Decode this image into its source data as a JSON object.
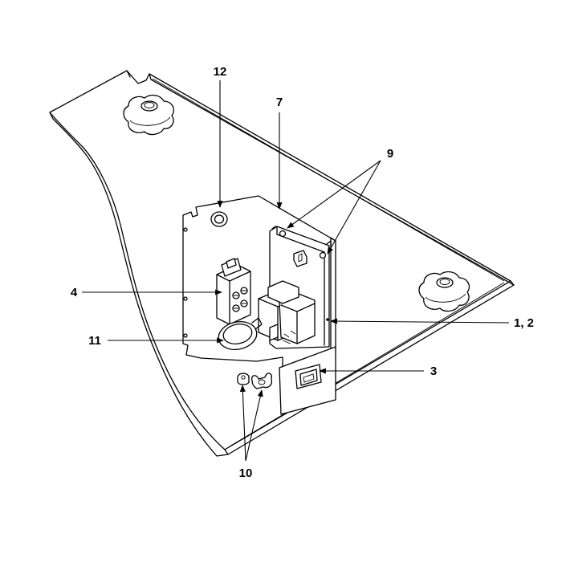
{
  "callouts": {
    "c12": "12",
    "c7": "7",
    "c9": "9",
    "c4": "4",
    "c11": "11",
    "c1_2": "1, 2",
    "c3": "3",
    "c10": "10"
  },
  "colors": {
    "line": "#000000",
    "background": "#ffffff"
  }
}
